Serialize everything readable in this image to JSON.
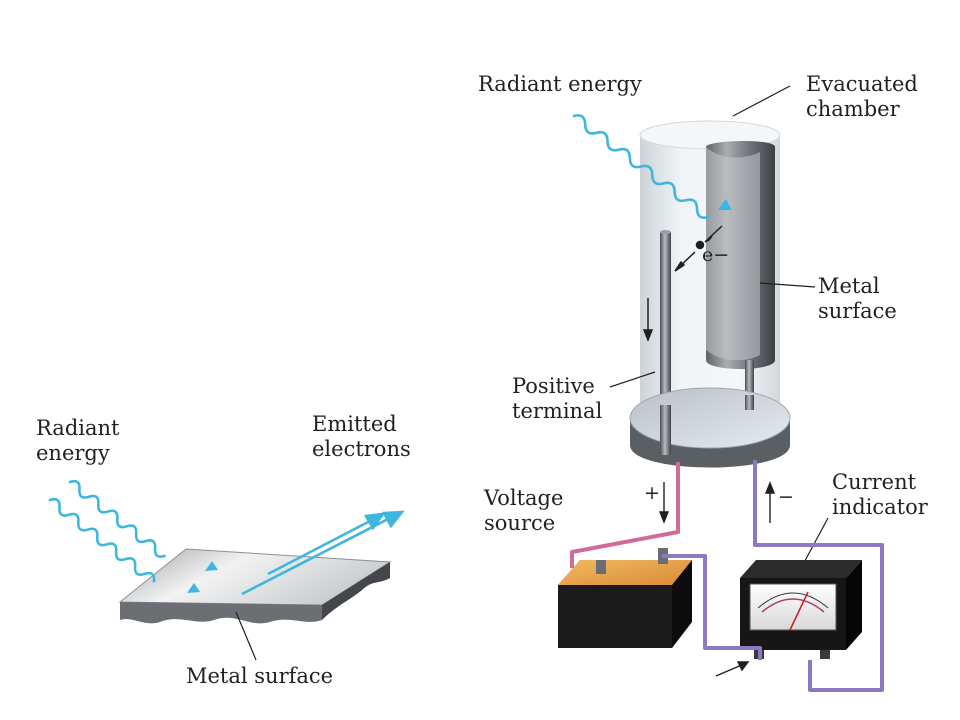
{
  "left_panel": {
    "radiant_energy": [
      "Radiant",
      "energy"
    ],
    "emitted_electrons": [
      "Emitted",
      "electrons"
    ],
    "metal_surface": "Metal surface"
  },
  "right_panel": {
    "radiant_energy": "Radiant energy",
    "evacuated_chamber": [
      "Evacuated",
      "chamber"
    ],
    "electron_symbol": "e−",
    "metal_surface": [
      "Metal",
      "surface"
    ],
    "positive_terminal": [
      "Positive",
      "terminal"
    ],
    "voltage_source": [
      "Voltage",
      "source"
    ],
    "current_indicator": [
      "Current",
      "indicator"
    ],
    "plus_sign": "+",
    "minus_sign": "−"
  },
  "colors": {
    "light_wave": "#3fb6df",
    "positive_wire": "#d16a98",
    "negative_wire": "#8d78c2",
    "battery_top": "#e9a349",
    "battery_body": "#191919",
    "meter_body": "#151515",
    "glass_tube": "#e8eef1",
    "metal": "#7b8086"
  }
}
